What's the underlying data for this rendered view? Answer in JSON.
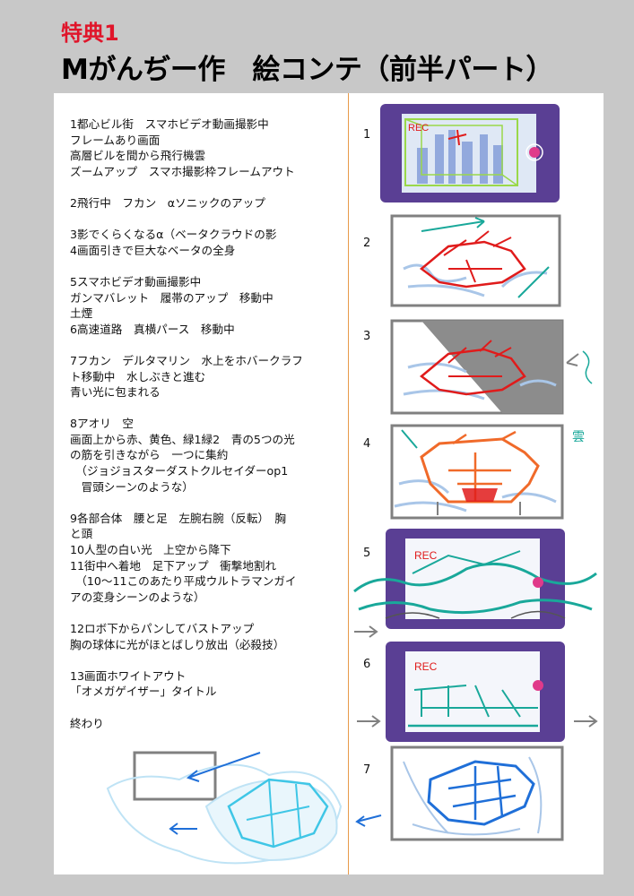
{
  "header": {
    "special": "特典1",
    "title": "Mがんぢー作　絵コンテ（前半パート）"
  },
  "notes": [
    [
      "1都心ビル街　スマホビデオ動画撮影中",
      "フレームあり画面",
      "高層ビルを間から飛行機雲",
      "ズームアップ　スマホ撮影枠フレームアウト"
    ],
    [
      "2飛行中　フカン　αソニックのアップ"
    ],
    [
      "3影でくらくなるα（ベータクラウドの影",
      "4画面引きで巨大なベータの全身"
    ],
    [
      "5スマホビデオ動画撮影中",
      "ガンマバレット　履帯のアップ　移動中",
      "土煙",
      "6高速道路　真横パース　移動中"
    ],
    [
      "7フカン　デルタマリン　水上をホバークラフ",
      "ト移動中　水しぶきと進む",
      "青い光に包まれる"
    ],
    [
      "8アオリ　空",
      "画面上から赤、黄色、緑1緑2　青の5つの光",
      "の筋を引きながら　一つに集約",
      "　（ジョジョスターダストクルセイダーop1",
      "　冒頭シーンのような）"
    ],
    [
      "9各部合体　腰と足　左腕右腕（反転）　胸",
      "と頭",
      "10人型の白い光　上空から降下",
      "11街中へ着地　足下アップ　衝撃地割れ",
      "　（10〜11このあたり平成ウルトラマンガイ",
      "アの変身シーンのような）"
    ],
    [
      "12ロボ下からパンしてバストアップ",
      "胸の球体に光がほとばしり放出（必殺技）"
    ],
    [
      "13画面ホワイトアウト",
      "「オメガゲイザー」タイトル"
    ],
    [
      "終わり"
    ]
  ],
  "panels": {
    "labels": [
      "1",
      "2",
      "3",
      "4",
      "5",
      "6",
      "7"
    ],
    "rec_label": "REC",
    "sketch_text": "雲"
  },
  "colors": {
    "phone": "#5a3f94",
    "red": "#e01b1b",
    "teal": "#19a89a",
    "blue": "#1f6fd8",
    "cyan": "#3fc6e6",
    "orange": "#f06a2a"
  }
}
